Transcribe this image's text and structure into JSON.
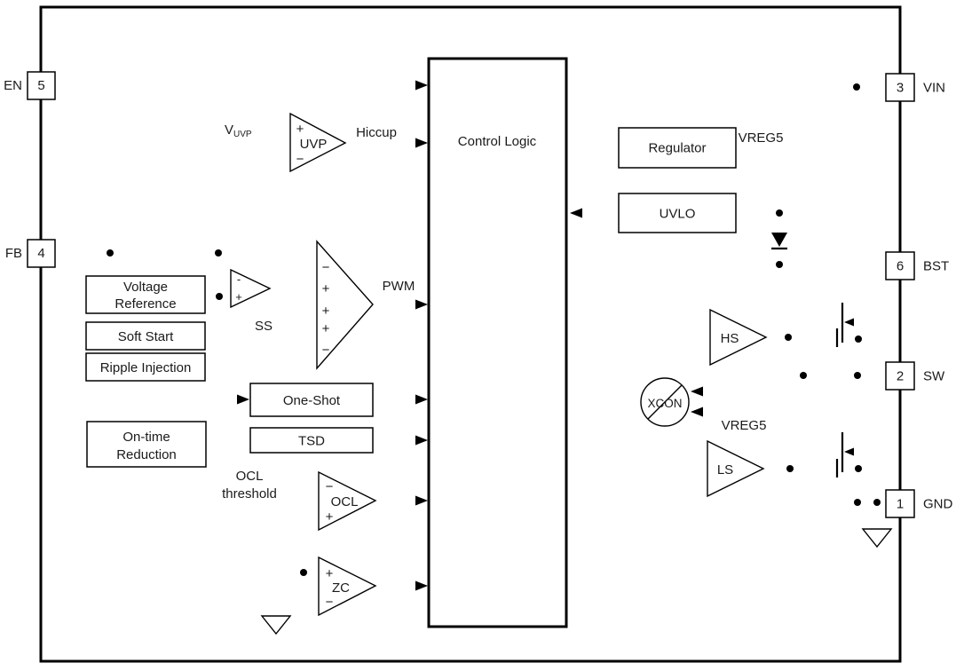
{
  "pins": {
    "en": {
      "number": "5",
      "label": "EN"
    },
    "fb": {
      "number": "4",
      "label": "FB"
    },
    "vin": {
      "number": "3",
      "label": "VIN"
    },
    "bst": {
      "number": "6",
      "label": "BST"
    },
    "sw": {
      "number": "2",
      "label": "SW"
    },
    "gnd": {
      "number": "1",
      "label": "GND"
    }
  },
  "blocks": {
    "control_logic": "Control Logic",
    "regulator": "Regulator",
    "uvlo": "UVLO",
    "voltage_reference": {
      "line1": "Voltage",
      "line2": "Reference"
    },
    "soft_start": "Soft Start",
    "ripple_injection": "Ripple Injection",
    "one_shot": "One-Shot",
    "tsd": "TSD",
    "on_time_reduction": {
      "line1": "On-time",
      "line2": "Reduction"
    }
  },
  "comparators": {
    "uvp": "UVP",
    "ocl": "OCL",
    "zc": "ZC",
    "hs": "HS",
    "ls": "LS",
    "xcon": "XCON"
  },
  "signs": {
    "plus": "+",
    "minus": "−",
    "minus_small": "-"
  },
  "signals": {
    "hiccup": "Hiccup",
    "pwm": "PWM",
    "ss": "SS",
    "vreg5": "VREG5",
    "v_uvp": {
      "base": "V",
      "sub": "UVP"
    },
    "ocl_threshold": {
      "line1": "OCL",
      "line2": "threshold"
    }
  },
  "colors": {
    "line": "#000000",
    "background": "#ffffff"
  }
}
